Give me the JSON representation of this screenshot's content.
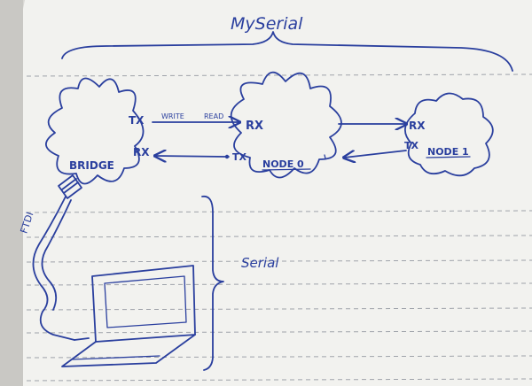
{
  "title": "MySerial",
  "serial_label": "Serial",
  "cable_label": "FTDI",
  "bridge": {
    "name": "BRIDGE",
    "tx": "TX",
    "rx": "RX"
  },
  "link": {
    "write": "WRITE",
    "read": "READ"
  },
  "node0": {
    "name": "NODE 0",
    "rx": "RX",
    "tx": "TX"
  },
  "node1": {
    "name": "NODE 1",
    "rx": "RX",
    "tx": "TX"
  },
  "colors": {
    "ink": "#2a3f9e",
    "paper": "#f2f2ef",
    "rule": "#9fa3aa"
  }
}
